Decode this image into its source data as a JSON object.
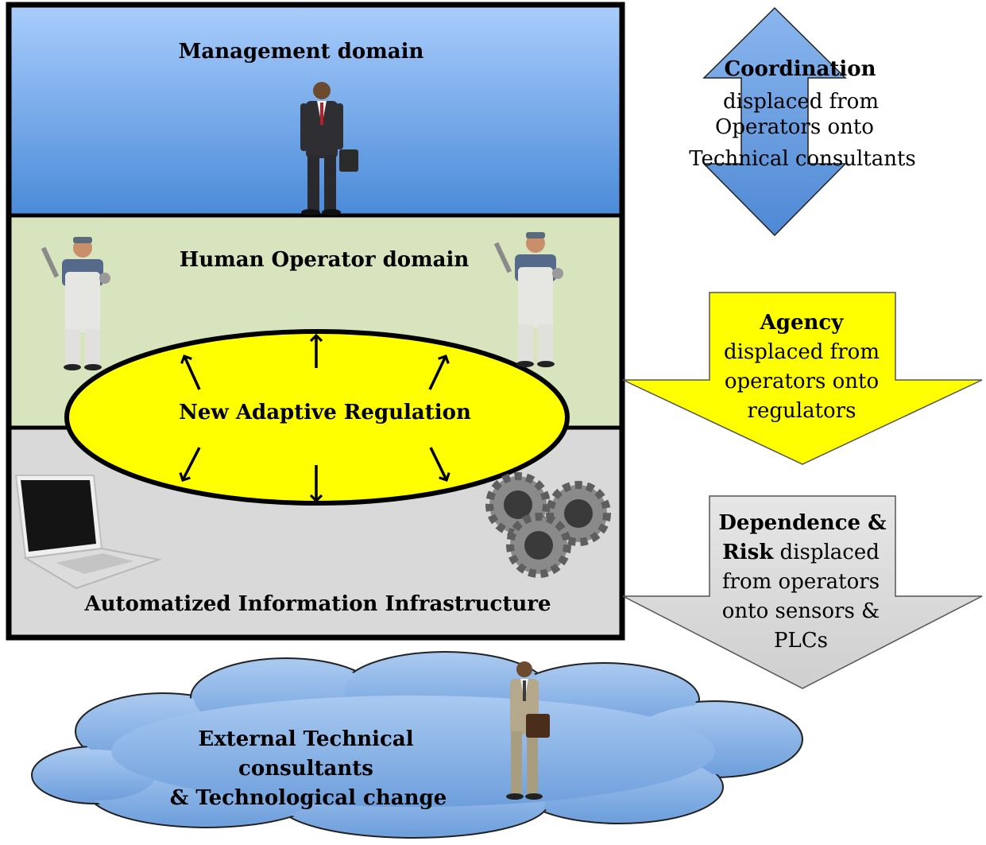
{
  "domains": {
    "management": "Management domain",
    "operator": "Human Operator domain",
    "regulation": "New Adaptive Regulation",
    "infrastructure": "Automatized Information Infrastructure"
  },
  "external": {
    "line1": "External Technical",
    "line2": "consultants",
    "line3": "& Technological change"
  },
  "arrows": {
    "coordination": {
      "bold": "Coordination",
      "line2": "displaced from",
      "line3": "Operators onto",
      "line4": "Technical consultants"
    },
    "agency": {
      "bold": "Agency",
      "line2": "displaced from",
      "line3": "operators onto",
      "line4": "regulators"
    },
    "dependence": {
      "bold1": "Dependence &",
      "bold2": "Risk",
      "rest2": " displaced",
      "line3": "from operators",
      "line4": "onto sensors &",
      "line5": "PLCs"
    }
  },
  "colors": {
    "management_top": "#a9cdfc",
    "management_bottom": "#4a8ad8",
    "operator_fill": "#d7e4bd",
    "infrastructure_fill": "#d9d9d9",
    "regulation_fill": "#ffff00",
    "cloud_fill": "#8fb8ea",
    "agency_fill": "#ffff00",
    "dependence_fill": "#dcdcdc",
    "coordination_fill": "#6a9fe0"
  },
  "icons": [
    "businessman-icon",
    "worker-icon",
    "laptop-icon",
    "gears-icon"
  ]
}
